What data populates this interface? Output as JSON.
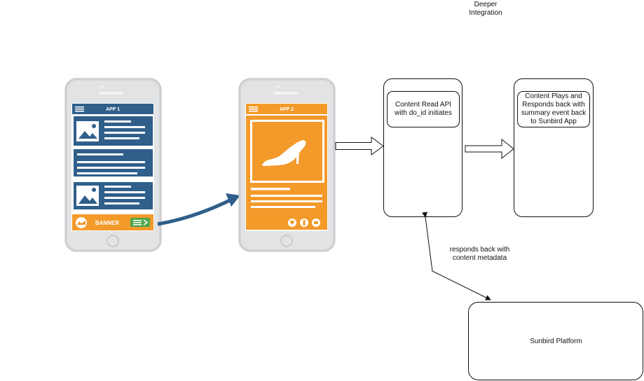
{
  "diagram": {
    "title": "Deeper\nIntegration",
    "phone1": {
      "header": "APP 1",
      "banner": "BANNER",
      "header_color": "#2f5f8a",
      "banner_color": "#f39a2b"
    },
    "phone2": {
      "header": "APP 2",
      "accent": "#f39a2b",
      "product_icon": "high-heel-shoe-icon"
    },
    "nodes": {
      "content_read": "Content Read API\nwith do_id initiates",
      "content_plays": "Content Plays and\nResponds back with\nsummary event back\nto Sunbird App",
      "sunbird_platform": "Sunbird Platform"
    },
    "edge_labels": {
      "responds_back": "responds back with\ncontent metadata"
    }
  }
}
